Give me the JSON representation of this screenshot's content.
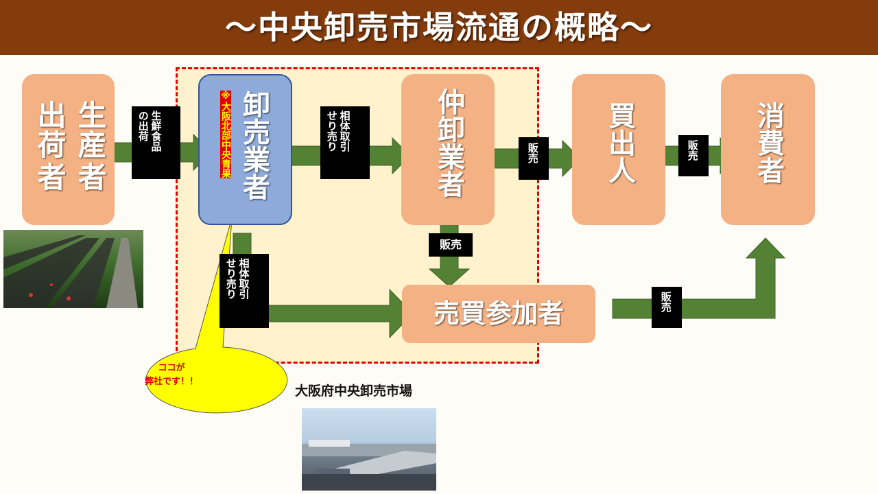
{
  "header": {
    "title": "～中央卸売市場流通の概略～"
  },
  "nodes": {
    "producer_col1": "生産",
    "producer_col2": "者",
    "producer_col3": "出荷",
    "producer_col4": "者",
    "wholesaler": "卸売業者",
    "wholesaler_note": "※大阪北部中央青果",
    "intermediate": "仲卸業者",
    "buyer": "買出人",
    "consumer": "消費者",
    "participant": "売買参加者"
  },
  "flows": {
    "fresh_col1": "生鮮食品",
    "fresh_col2": "の出荷",
    "negotiated_col1": "相体取引",
    "negotiated_col2": "せり売り",
    "sale": "販売"
  },
  "callout": {
    "line1": "ココが",
    "line2": "弊社です！！"
  },
  "market": {
    "label": "大阪府中央卸売市場"
  },
  "colors": {
    "header": "#843c0c",
    "node": "#f4b183",
    "wholesaler": "#8eaadb",
    "zone": "#fff2cc",
    "zone_border": "#e00000",
    "arrow": "#548235",
    "callout": "#ffff00"
  }
}
